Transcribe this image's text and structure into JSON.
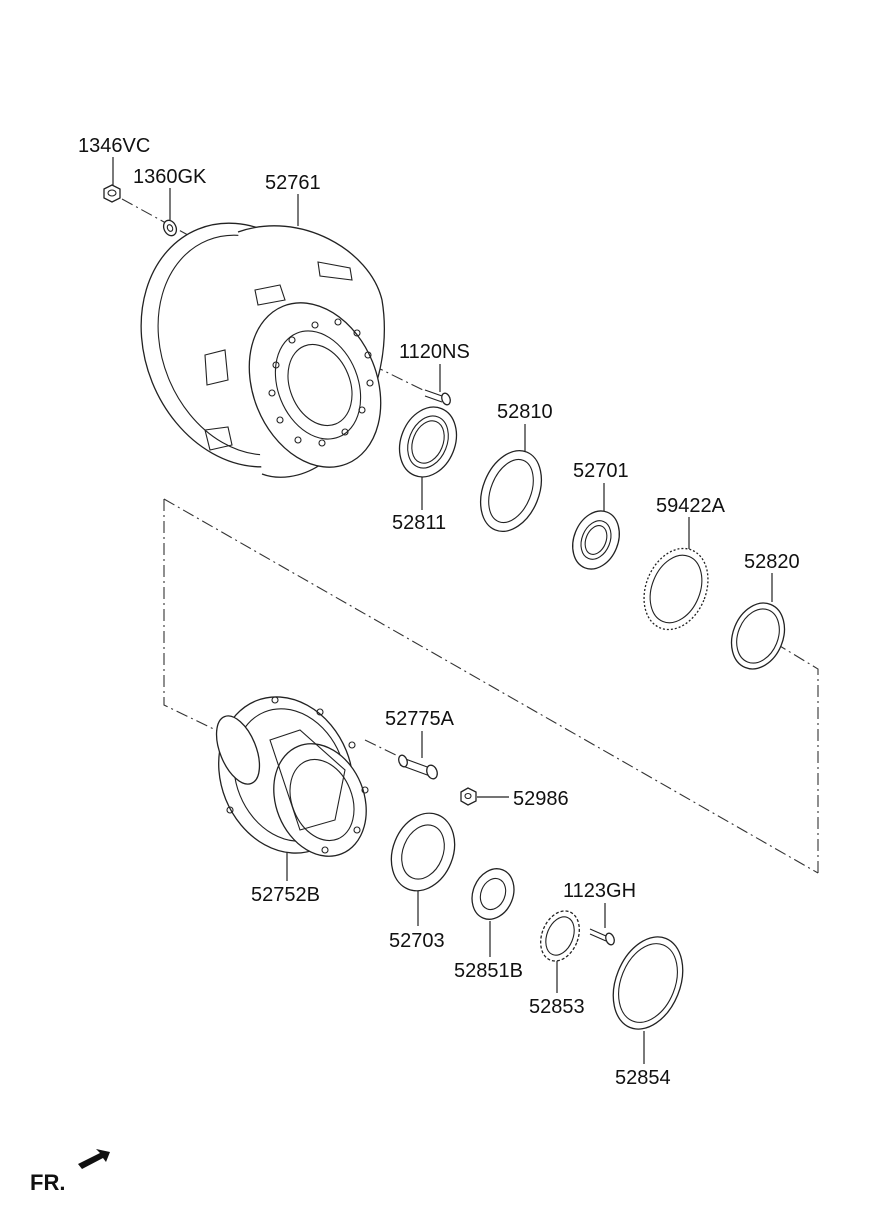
{
  "parts": [
    {
      "id": "p1346VC",
      "label": "1346VC"
    },
    {
      "id": "p1360GK",
      "label": "1360GK"
    },
    {
      "id": "p52761",
      "label": "52761"
    },
    {
      "id": "p1120NS",
      "label": "1120NS"
    },
    {
      "id": "p52810",
      "label": "52810"
    },
    {
      "id": "p52811",
      "label": "52811"
    },
    {
      "id": "p52701",
      "label": "52701"
    },
    {
      "id": "p59422A",
      "label": "59422A"
    },
    {
      "id": "p52820",
      "label": "52820"
    },
    {
      "id": "p52775A",
      "label": "52775A"
    },
    {
      "id": "p52986",
      "label": "52986"
    },
    {
      "id": "p52752B",
      "label": "52752B"
    },
    {
      "id": "p52703",
      "label": "52703"
    },
    {
      "id": "p52851B",
      "label": "52851B"
    },
    {
      "id": "p1123GH",
      "label": "1123GH"
    },
    {
      "id": "p52853",
      "label": "52853"
    },
    {
      "id": "p52854",
      "label": "52854"
    }
  ],
  "direction": {
    "label": "FR."
  }
}
